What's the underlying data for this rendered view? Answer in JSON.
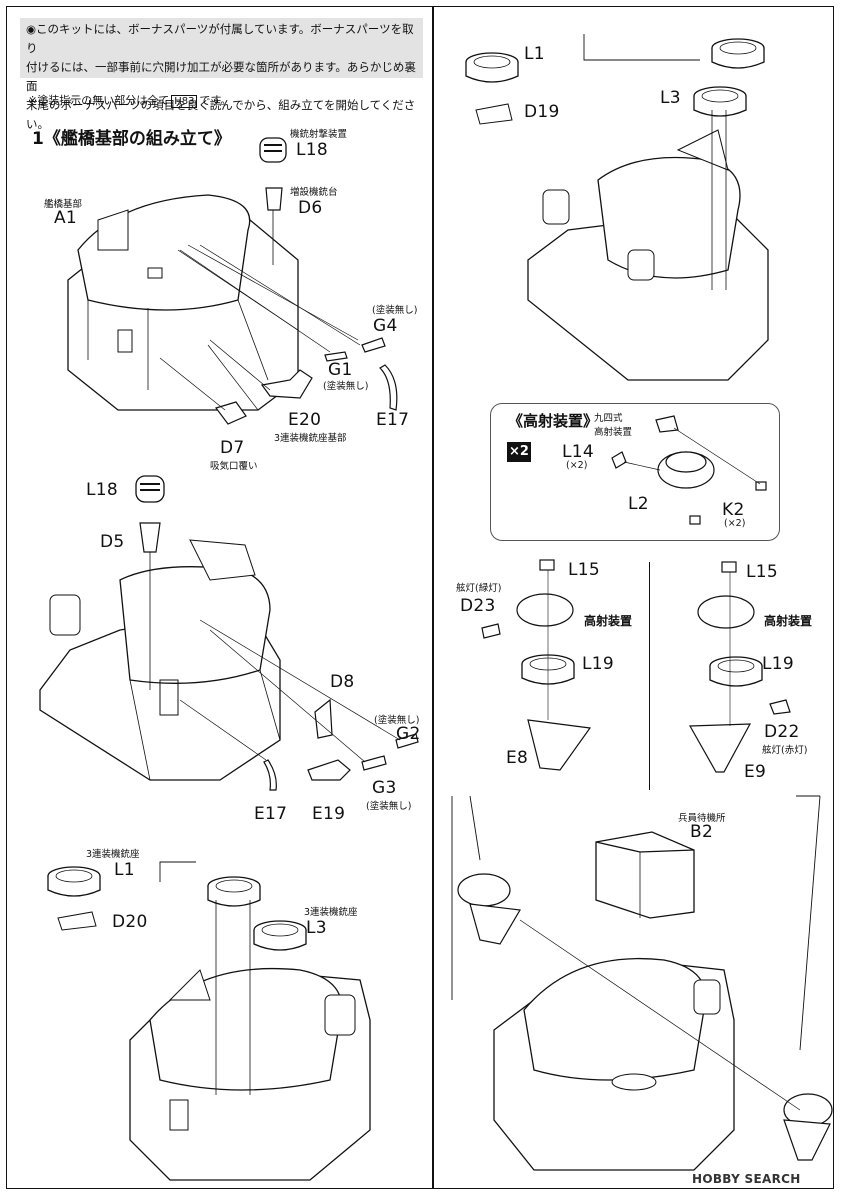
{
  "notice": {
    "line1": "◉このキットには、ボーナスパーツが付属しています。ボーナスパーツを取り",
    "line2": "付けるには、一部事前に穴開け加工が必要な箇所があります。あらかじめ裏面",
    "line3": "末尾のボーナスパーツの項目を良く読んでから、組み立てを開始してください。"
  },
  "paint_note": {
    "prefix": "※塗装指示の無い部分は全て",
    "code": "H83",
    "suffix": "です。"
  },
  "step1_title": "1《艦橋基部の組み立て》",
  "labels": {
    "kikyo_kibu": "艦橋基部",
    "A1": "A1",
    "kiju_shageki": "機銃射撃装置",
    "L18": "L18",
    "zousetsu": "増設機銃台",
    "D6": "D6",
    "tosou_nashi": "(塗装無し)",
    "G4": "G4",
    "G1": "G1",
    "E17": "E17",
    "E20": "E20",
    "rensou_kibu": "3連装機銃座基部",
    "D7": "D7",
    "kyuki": "吸気口覆い",
    "D5": "D5",
    "D8": "D8",
    "G2": "G2",
    "G3": "G3",
    "E19": "E19",
    "rensou_za": "3連装機銃座",
    "L1": "L1",
    "D20": "D20",
    "L3": "L3",
    "D19": "D19",
    "aa_title": "《高射装置》",
    "x2_badge": "×2",
    "kyuyon": "九四式",
    "kousha_sub": "高射装置",
    "L14": "L14",
    "times2": "(×2)",
    "L2": "L2",
    "K2": "K2",
    "L15": "L15",
    "gentou_g": "舷灯(緑灯)",
    "D23": "D23",
    "kousha": "高射装置",
    "L19": "L19",
    "E8": "E8",
    "D22": "D22",
    "gentou_r": "舷灯(赤灯)",
    "E9": "E9",
    "heiin": "兵員待機所",
    "B2": "B2"
  },
  "watermark": "HOBBY SEARCH"
}
